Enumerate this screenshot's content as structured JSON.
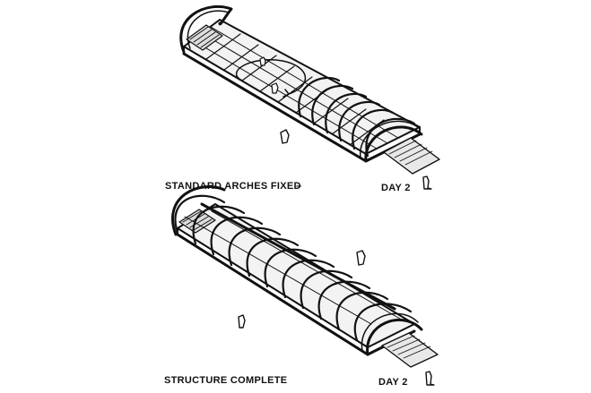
{
  "panels": [
    {
      "caption": "STANDARD ARCHES FIXED",
      "dash": "–",
      "day": "DAY 2"
    },
    {
      "caption": "STRUCTURE COMPLETE",
      "day": "DAY 2"
    }
  ],
  "colors": {
    "ink": "#111111",
    "paper": "#ffffff",
    "deck": "#e8e8e8"
  },
  "icons": [
    "worker-figure-icon",
    "arch-frame-icon"
  ]
}
